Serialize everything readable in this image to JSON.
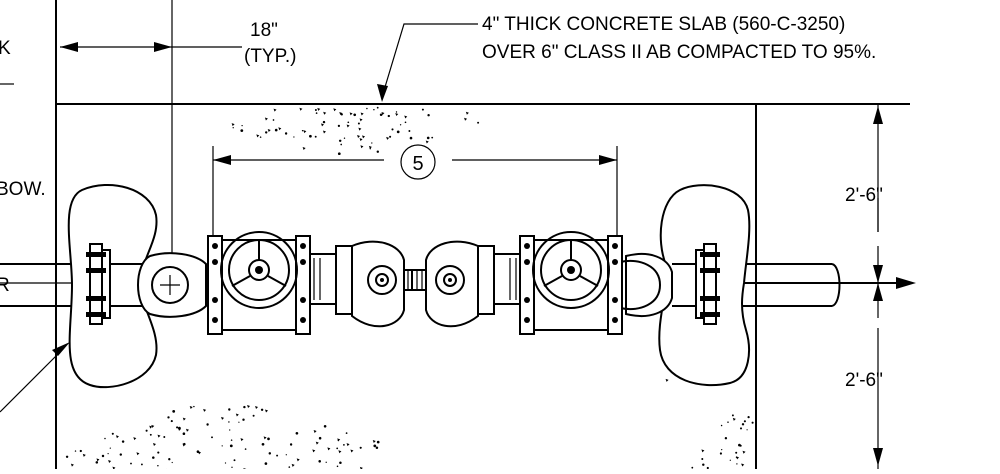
{
  "labels": {
    "clip_left_top": "K",
    "clip_left_mid": "BOW.",
    "clip_left_low": "R",
    "typ_dim_value": "18\"",
    "typ_dim_note": "(TYP.)",
    "slab_note_line1": "4\" THICK CONCRETE SLAB (560-C-3250)",
    "slab_note_line2": "OVER 6\" CLASS II AB COMPACTED TO 95%.",
    "detail_ref": "5",
    "dim_upper": "2'-6\"",
    "dim_lower": "2'-6\""
  }
}
